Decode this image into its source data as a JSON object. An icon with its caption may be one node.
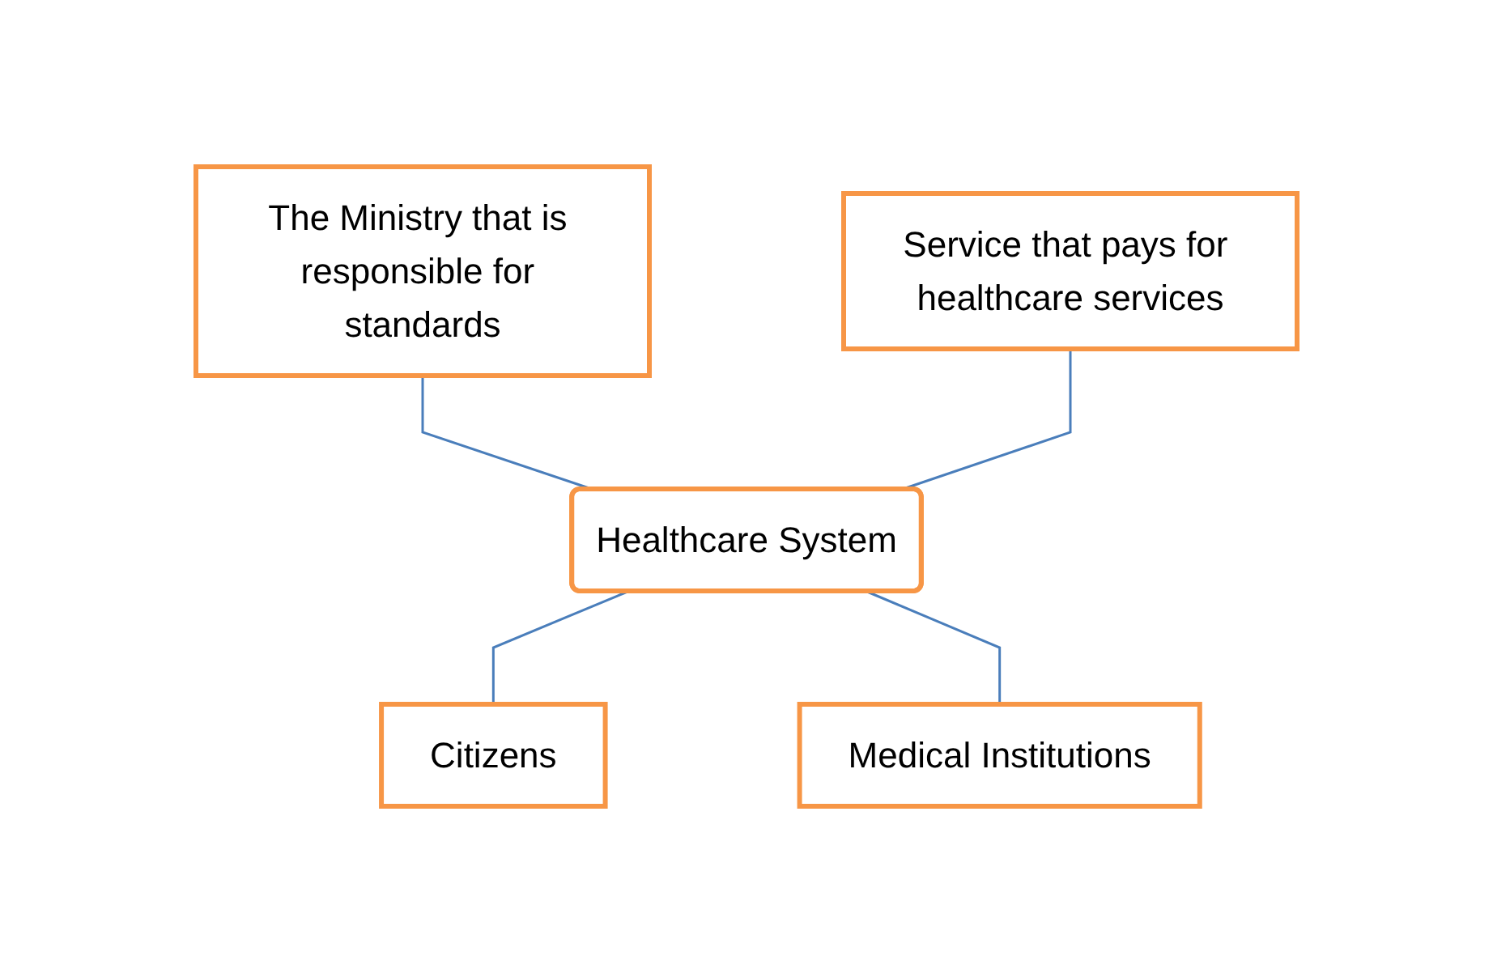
{
  "diagram": {
    "nodes": [
      {
        "text": [
          "The Ministry that is responsible for standards"
        ]
      },
      {
        "text": [
          "Service that pays for healthcare services"
        ]
      },
      {
        "text": [
          "Healthcare System"
        ]
      },
      {
        "text": [
          "Citizens"
        ]
      },
      {
        "text": [
          "Medical Institutions"
        ]
      }
    ],
    "edges": [
      {
        "from": 0,
        "to": 2,
        "arrow": "none"
      },
      {
        "from": 1,
        "to": 2,
        "arrow": "none"
      },
      {
        "from": 2,
        "to": 3,
        "arrow": "none"
      },
      {
        "from": 2,
        "to": 4,
        "arrow": "none"
      }
    ]
  }
}
